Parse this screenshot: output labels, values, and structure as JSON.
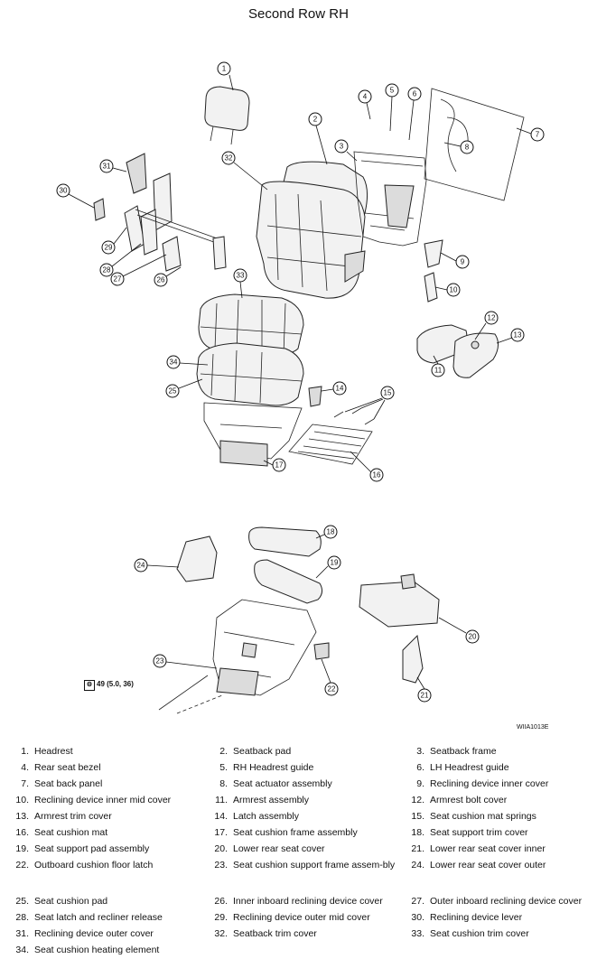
{
  "title": "Second Row RH",
  "reference_code": "WIIA1013E",
  "torque_spec": "49 (5.0, 36)",
  "callouts": [
    "1",
    "2",
    "3",
    "4",
    "5",
    "6",
    "7",
    "8",
    "9",
    "10",
    "11",
    "12",
    "13",
    "14",
    "15",
    "16",
    "17",
    "18",
    "19",
    "20",
    "21",
    "22",
    "23",
    "24",
    "25",
    "26",
    "27",
    "28",
    "29",
    "30",
    "31",
    "32",
    "33",
    "34"
  ],
  "legend": [
    {
      "num": "1.",
      "label": "Headrest"
    },
    {
      "num": "2.",
      "label": "Seatback pad"
    },
    {
      "num": "3.",
      "label": "Seatback frame"
    },
    {
      "num": "4.",
      "label": "Rear seat bezel"
    },
    {
      "num": "5.",
      "label": "RH Headrest guide"
    },
    {
      "num": "6.",
      "label": "LH Headrest guide"
    },
    {
      "num": "7.",
      "label": "Seat back panel"
    },
    {
      "num": "8.",
      "label": "Seat actuator assembly"
    },
    {
      "num": "9.",
      "label": "Reclining device inner cover"
    },
    {
      "num": "10.",
      "label": "Reclining device inner mid cover"
    },
    {
      "num": "11.",
      "label": "Armrest assembly"
    },
    {
      "num": "12.",
      "label": "Armrest bolt cover"
    },
    {
      "num": "13.",
      "label": "Armrest trim cover"
    },
    {
      "num": "14.",
      "label": "Latch assembly"
    },
    {
      "num": "15.",
      "label": "Seat cushion mat springs"
    },
    {
      "num": "16.",
      "label": "Seat cushion mat"
    },
    {
      "num": "17.",
      "label": "Seat cushion frame assembly"
    },
    {
      "num": "18.",
      "label": "Seat support trim cover"
    },
    {
      "num": "19.",
      "label": "Seat support pad assembly"
    },
    {
      "num": "20.",
      "label": "Lower rear seat cover"
    },
    {
      "num": "21.",
      "label": "Lower rear seat cover inner"
    },
    {
      "num": "22.",
      "label": "Outboard cushion floor latch"
    },
    {
      "num": "23.",
      "label": "Seat cushion support frame assem-bly"
    },
    {
      "num": "24.",
      "label": "Lower rear seat cover outer"
    },
    {
      "num": "25.",
      "label": "Seat cushion pad"
    },
    {
      "num": "26.",
      "label": "Inner inboard reclining device cover"
    },
    {
      "num": "27.",
      "label": "Outer inboard reclining device cover"
    },
    {
      "num": "28.",
      "label": "Seat latch and recliner release"
    },
    {
      "num": "29.",
      "label": "Reclining device outer mid cover"
    },
    {
      "num": "30.",
      "label": "Reclining device lever"
    },
    {
      "num": "31.",
      "label": "Reclining device outer cover"
    },
    {
      "num": "32.",
      "label": "Seatback trim cover"
    },
    {
      "num": "33.",
      "label": "Seat cushion trim cover"
    },
    {
      "num": "34.",
      "label": "Seat cushion heating element"
    }
  ]
}
